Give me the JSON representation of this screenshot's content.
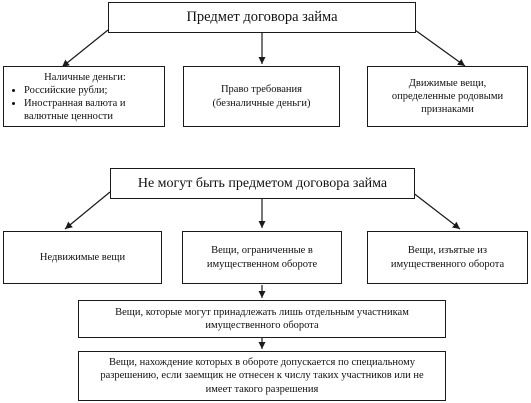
{
  "top": {
    "title": "Предмет договора займа",
    "items": [
      {
        "head": "Наличные деньги:",
        "bullets": [
          "Российские рубли;",
          "Иностранная валюта и валютные ценности"
        ]
      },
      {
        "text": "Право требования\n(безналичные деньги)"
      },
      {
        "text": "Движимые вещи, определенные родовыми признаками"
      }
    ]
  },
  "bottom": {
    "title": "Не могут быть предметом договора займа",
    "items": [
      {
        "text": "Недвижимые вещи"
      },
      {
        "text": "Вещи, ограниченные в имущественном обороте"
      },
      {
        "text": "Вещи, изъятые из имущественного оборота"
      }
    ],
    "sub1": "Вещи, которые могут принадлежать лишь отдельным участникам имущественного оборота",
    "sub2": "Вещи, нахождение которых в обороте допускается по специальному разрешению, если заемщик не отнесен к числу таких участников или не имеет такого разрешения"
  }
}
